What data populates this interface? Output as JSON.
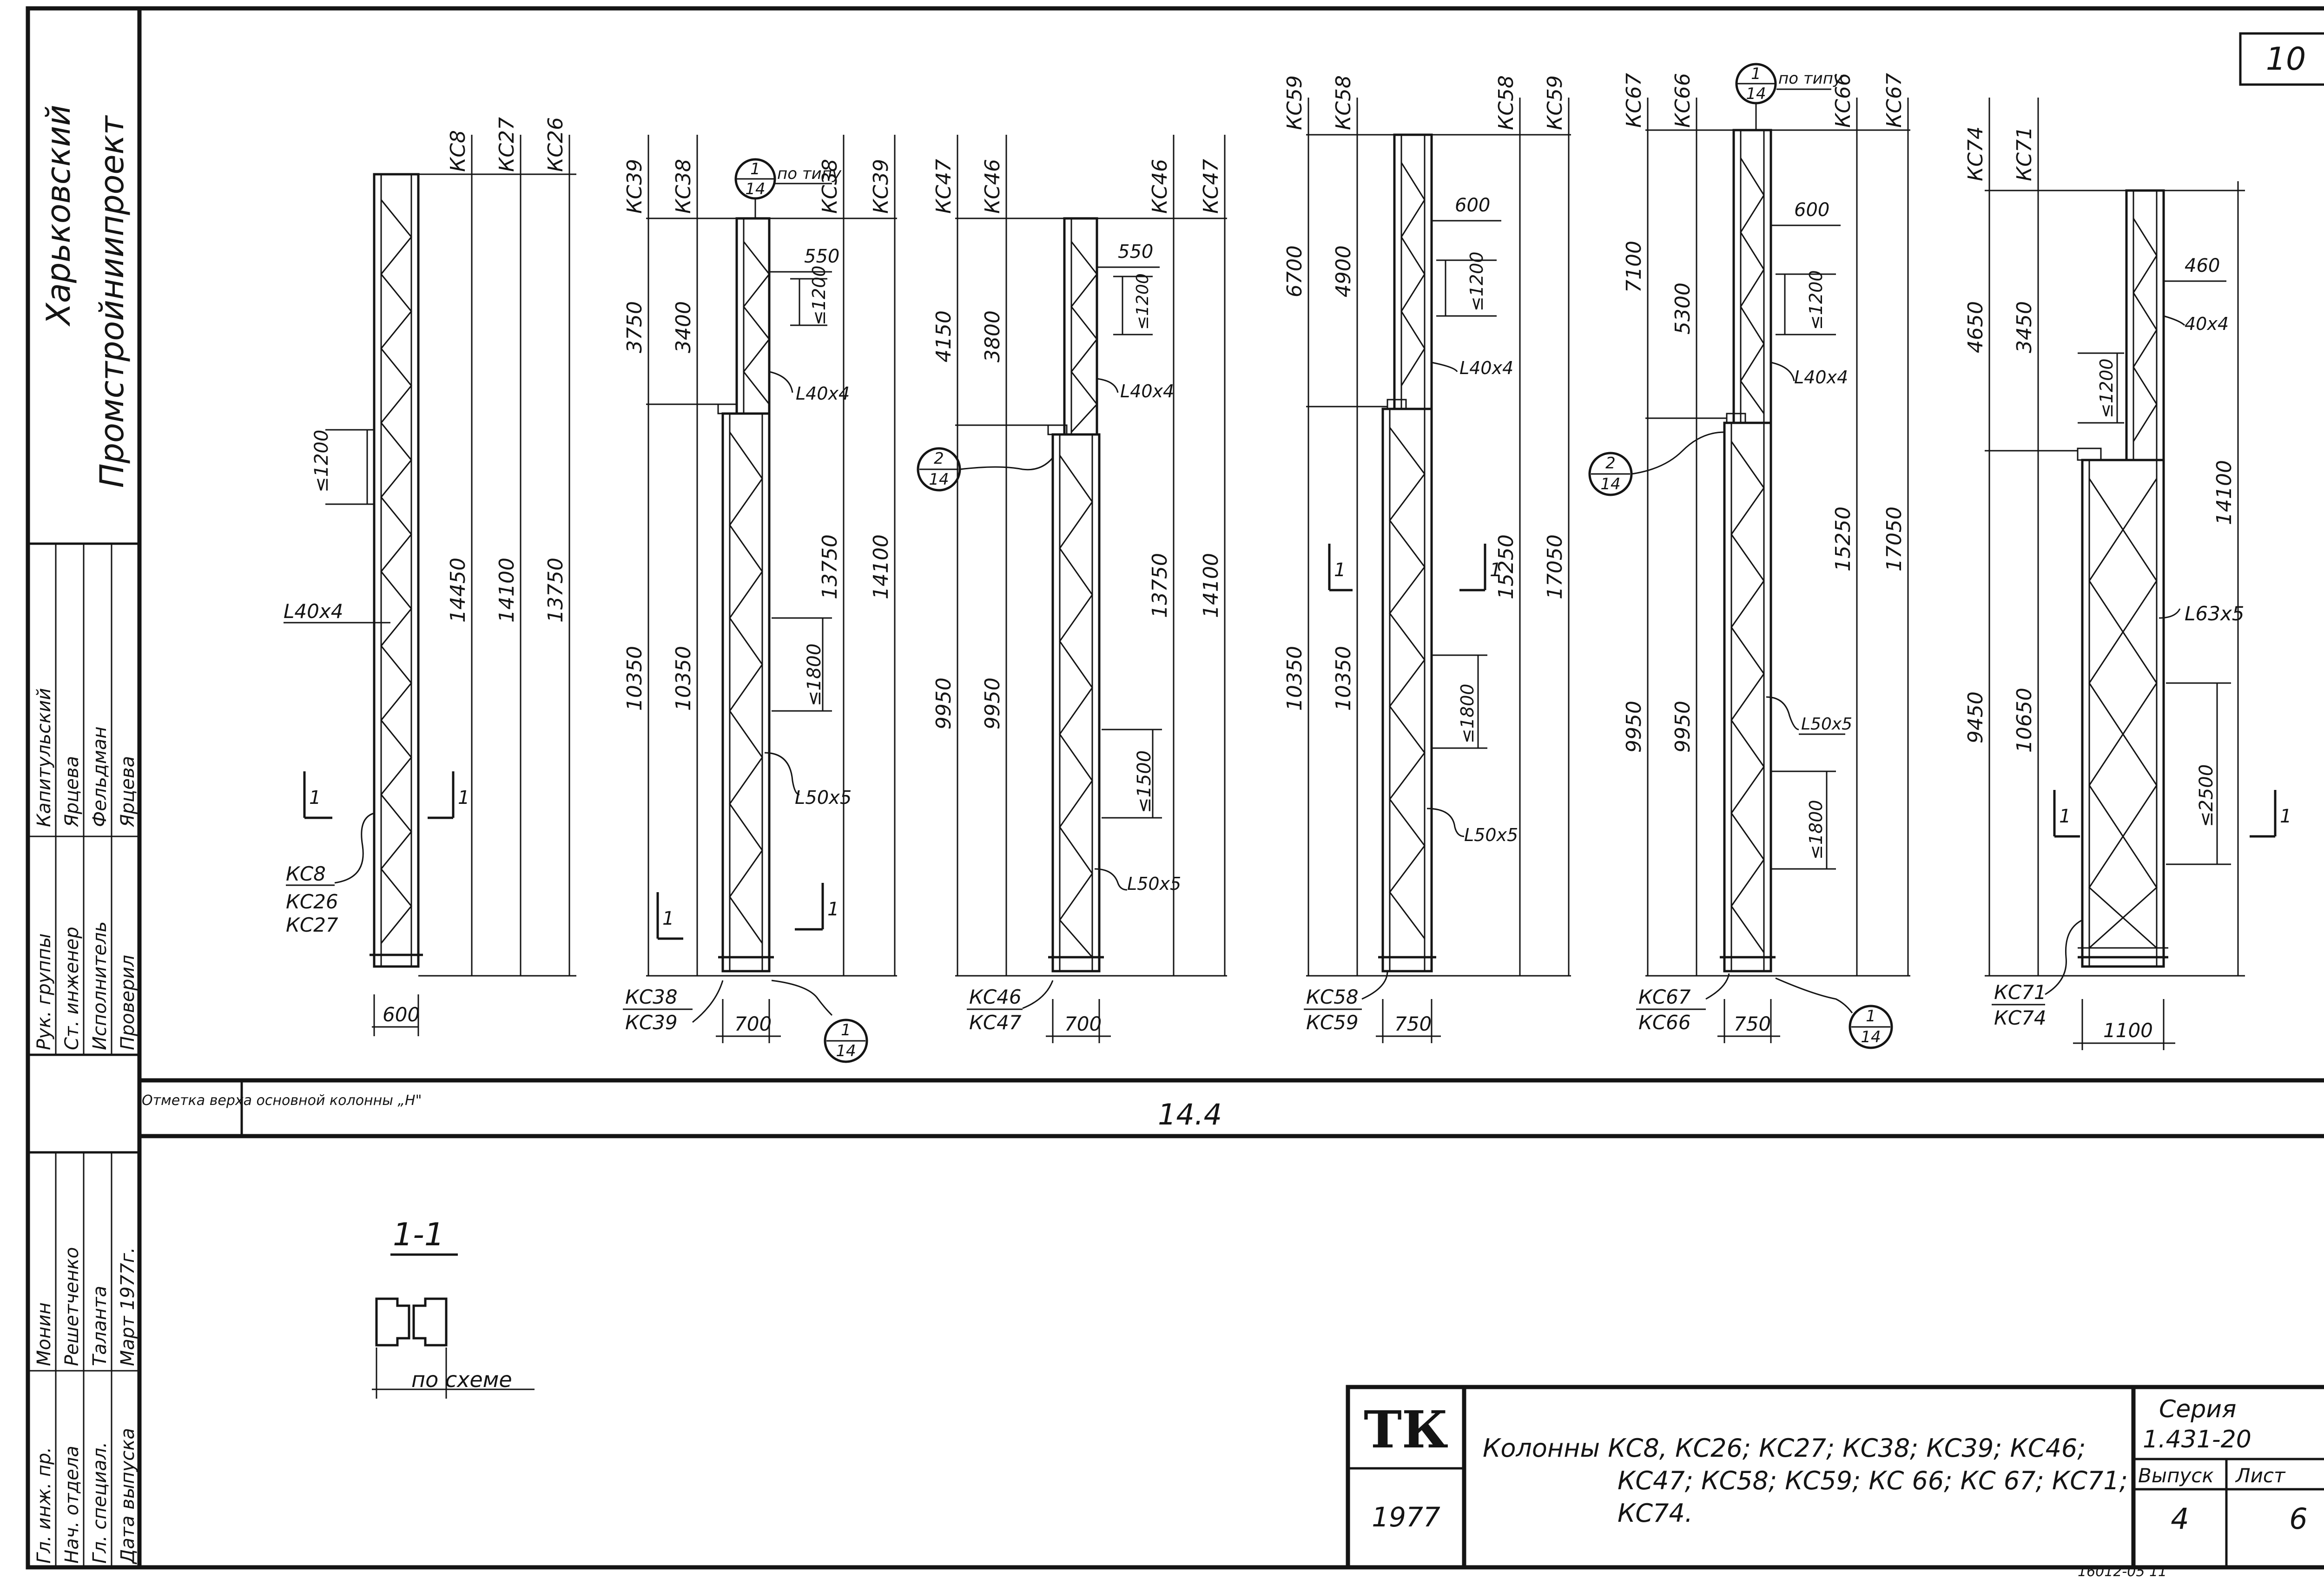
{
  "page_number": "10",
  "organization": {
    "line1": "Харьковский",
    "line2": "Промстройниипроект"
  },
  "signatures": [
    {
      "role": "Рук. группы",
      "name": "Капитульский"
    },
    {
      "role": "Ст. инженер",
      "name": "Ярцева"
    },
    {
      "role": "Исполнитель",
      "name": "Фельдман"
    },
    {
      "role": "Проверил",
      "name": "Ярцева"
    }
  ],
  "approvals": [
    {
      "role": "Гл. инж. пр.",
      "name": "Монин"
    },
    {
      "role": "Нач. отдела",
      "name": "Решетченко"
    },
    {
      "role": "Гл. специал.",
      "name": "Таланта"
    },
    {
      "role": "Дата выпуска",
      "name": "Март 1977г."
    }
  ],
  "elevation": {
    "label": "Отметка верха основной колонны „Н\"",
    "value": "14.4"
  },
  "section": {
    "title": "1-1",
    "note": "по   схеме"
  },
  "columns": [
    {
      "marks": [
        "КС8",
        "КС27",
        "КС26"
      ],
      "dims": [
        "14450",
        "14100",
        "13750"
      ],
      "width": "600",
      "angle": "L40x4",
      "panel": "≤1200",
      "callout": [
        "КС8",
        "КС26",
        "КС27"
      ],
      "cut": "1"
    },
    {
      "marks": [
        "КС39",
        "КС38",
        "КС38",
        "КС39"
      ],
      "top_dims": [
        "3750",
        "3400"
      ],
      "bottom_dims": [
        "10350",
        "10350",
        "13750",
        "14100"
      ],
      "width": "700",
      "top_spacing": "550",
      "top_panel": "≤1200",
      "top_angle": "L40x4",
      "bottom_panel": "≤1800",
      "bottom_angle": "L50x5",
      "callout": [
        "КС38",
        "КС39"
      ],
      "node": {
        "num": "1",
        "sheet": "14",
        "note": "по типу"
      },
      "cut": "1"
    },
    {
      "marks": [
        "КС47",
        "КС46",
        "КС46",
        "КС47"
      ],
      "top_dims": [
        "4150",
        "3800"
      ],
      "bottom_dims": [
        "9950",
        "9950",
        "13750",
        "14100"
      ],
      "width": "700",
      "top_spacing": "550",
      "top_panel": "≤1200",
      "top_angle": "L40x4",
      "bottom_panel": "≤1500",
      "bottom_angle": "L50x5",
      "callout": [
        "КС46",
        "КС47"
      ],
      "node": {
        "num": "2",
        "sheet": "14"
      }
    },
    {
      "marks": [
        "КС59",
        "КС58",
        "КС58",
        "КС59"
      ],
      "top_dims": [
        "6700",
        "4900"
      ],
      "bottom_dims": [
        "10350",
        "10350",
        "15250",
        "17050"
      ],
      "width": "750",
      "top_spacing": "600",
      "top_panel": "≤1200",
      "top_angle": "L40x4",
      "bottom_panel": "≤1800",
      "bottom_angle": "L50x5",
      "callout": [
        "КС58",
        "КС59"
      ],
      "cut": "1"
    },
    {
      "marks": [
        "КС67",
        "КС66",
        "КС66",
        "КС67"
      ],
      "top_dims": [
        "7100",
        "5300"
      ],
      "bottom_dims": [
        "9950",
        "9950",
        "15250",
        "17050"
      ],
      "width": "750",
      "top_spacing": "600",
      "top_panel": "≤1200",
      "top_angle": "L40x4",
      "bottom_panel": "≤1800",
      "bottom_angle": "L50x5",
      "callout": [
        "КС67",
        "КС66"
      ],
      "node": {
        "num": "1",
        "sheet": "14",
        "note": "по типу"
      }
    },
    {
      "marks": [
        "КС74",
        "КС71"
      ],
      "top_dims": [
        "4650",
        "3450"
      ],
      "bottom_dims": [
        "9450",
        "10650",
        "14100"
      ],
      "width": "1100",
      "top_spacing": "460",
      "top_panel": "≤1200",
      "top_angle": "40x4",
      "bottom_panel": "≤2500",
      "bottom_angle": "L63x5",
      "callout": [
        "КС71",
        "КС74"
      ],
      "cut": "1"
    }
  ],
  "title_block": {
    "logo": "ТК",
    "year": "1977",
    "title_line1": "Колонны  КС8, КС26; КС27; КС38; КС39; КС46;",
    "title_line2": "КС47; КС58; КС59;  КС 66; КС 67; КС71;",
    "title_line3": "КС74.",
    "series_label": "Серия",
    "series_value": "1.431-20",
    "issue_label": "Выпуск",
    "issue_value": "4",
    "sheet_label": "Лист",
    "sheet_value": "6"
  },
  "stamp": "16012-05     11"
}
